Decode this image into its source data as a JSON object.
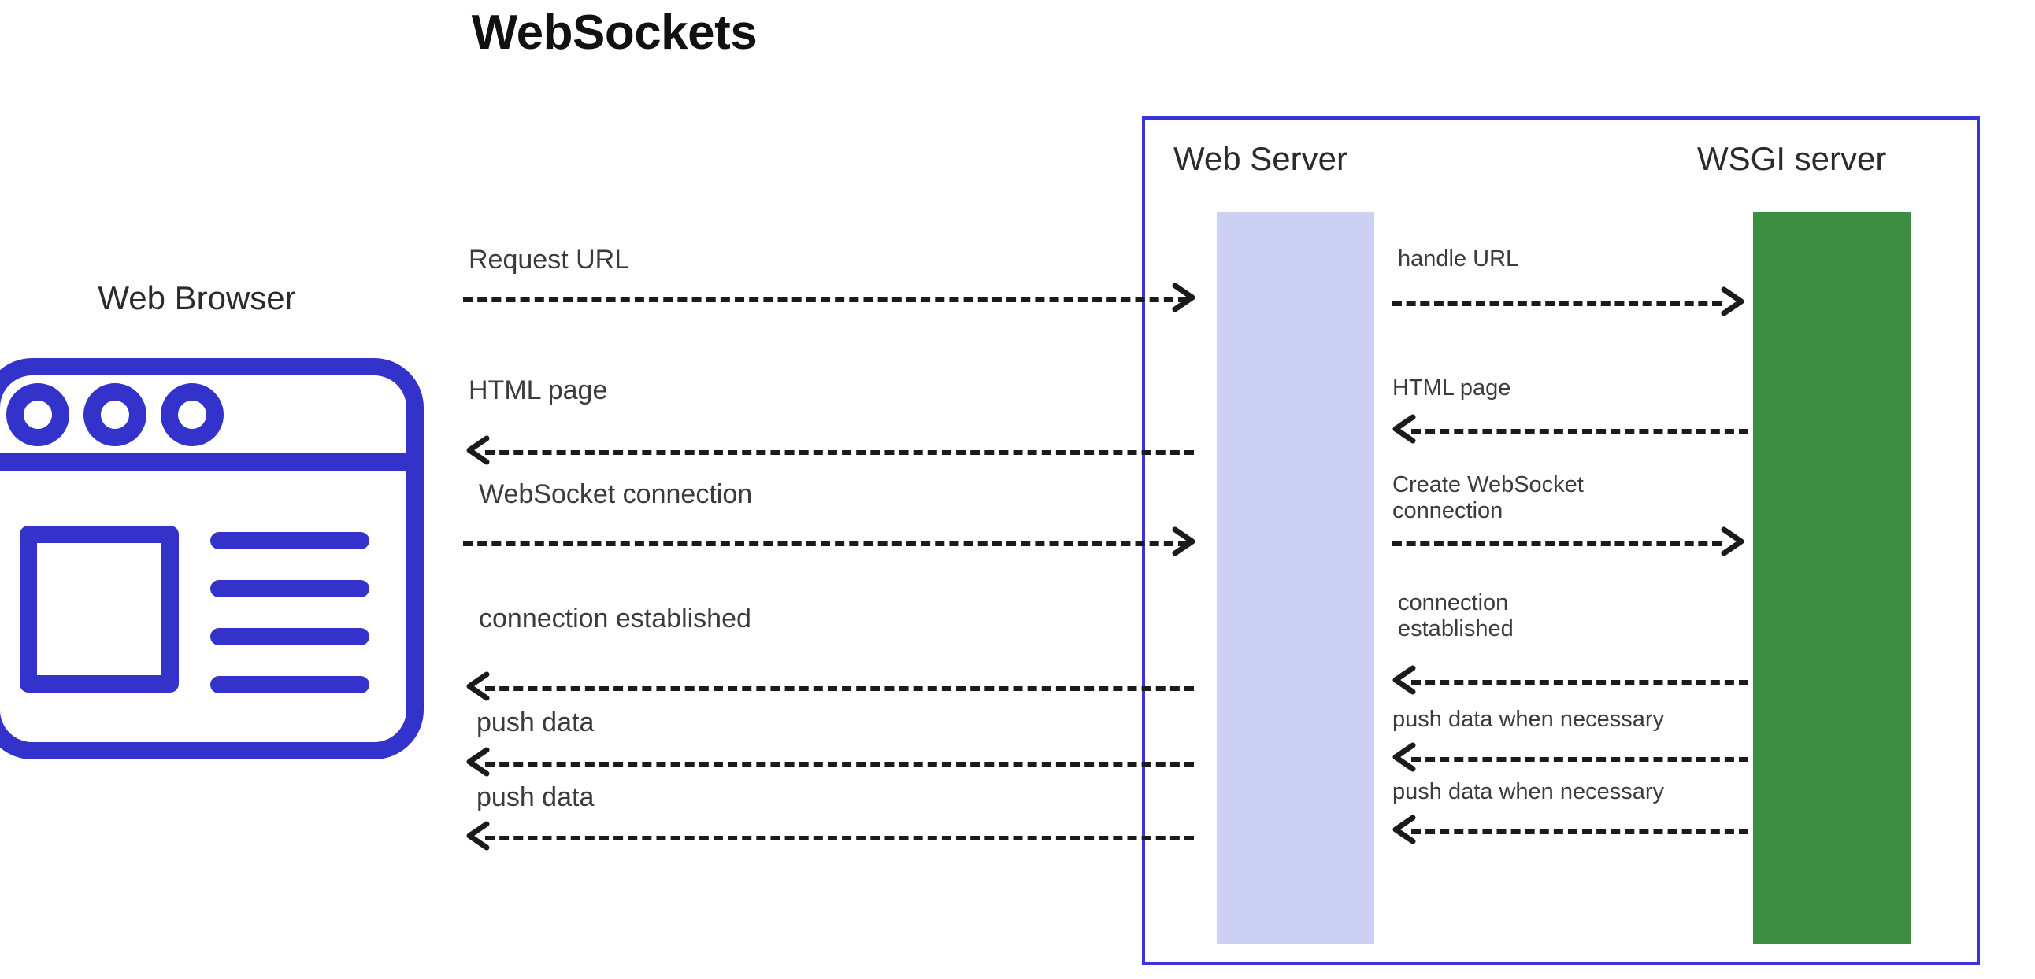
{
  "title": "WebSockets",
  "colors": {
    "brand_blue": "#3a36d6",
    "browser_blue": "#3333cc",
    "web_server_column": "#ccd0f2",
    "wsgi_server_column": "#3c8c42",
    "label_text": "#3b3b3b",
    "arrow": "#1b1b1b",
    "background": "#ffffff"
  },
  "browser": {
    "label": "Web Browser",
    "icon": "web-browser-icon",
    "dots": 3,
    "content_lines": 4
  },
  "server_box": {
    "columns": [
      {
        "key": "web_server",
        "label": "Web Server",
        "color": "#ccd0f2"
      },
      {
        "key": "wsgi_server",
        "label": "WSGI server",
        "color": "#3c8c42"
      }
    ]
  },
  "left_messages": [
    {
      "label": "Request URL",
      "direction": "right",
      "lines": 1
    },
    {
      "label": "HTML page",
      "direction": "left",
      "lines": 1
    },
    {
      "label": "WebSocket connection",
      "direction": "right",
      "lines": 1
    },
    {
      "label": "connection established",
      "direction": "left",
      "lines": 1
    },
    {
      "label": "push data",
      "direction": "left",
      "lines": 1
    },
    {
      "label": "push data",
      "direction": "left",
      "lines": 1
    }
  ],
  "right_messages": [
    {
      "label": "handle URL",
      "direction": "right",
      "lines": 1
    },
    {
      "label": "HTML page",
      "direction": "left",
      "lines": 1
    },
    {
      "label": "Create WebSocket\nconnection",
      "direction": "right",
      "lines": 2
    },
    {
      "label": "connection\nestablished",
      "direction": "left",
      "lines": 2
    },
    {
      "label": "push data when necessary",
      "direction": "left",
      "lines": 1
    },
    {
      "label": "push data when necessary",
      "direction": "left",
      "lines": 1
    }
  ]
}
